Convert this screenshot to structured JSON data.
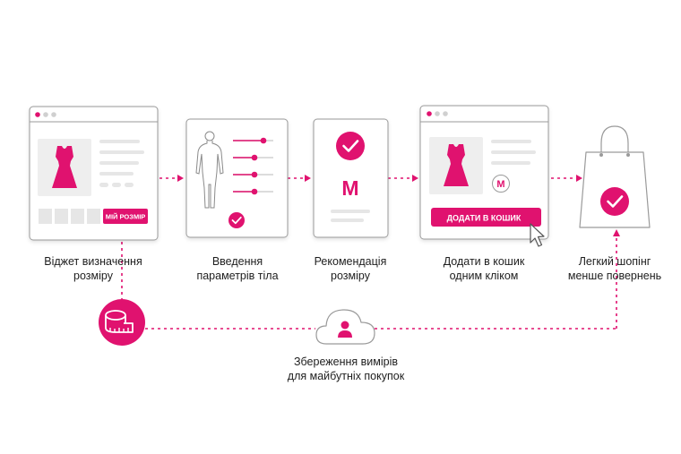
{
  "colors": {
    "accent": "#e0126f",
    "card_border": "#9a9a9a",
    "placeholder": "#e6e6e6"
  },
  "icons": [
    "dress-icon",
    "human-figure-icon",
    "slider-icon",
    "check-icon",
    "cursor-icon",
    "shopping-bag-icon",
    "tape-measure-icon",
    "cloud-user-icon"
  ],
  "steps": [
    {
      "label_line1": "Віджет визначення",
      "label_line2": "розміру",
      "button": "МІЙ РОЗМІР"
    },
    {
      "label_line1": "Введення",
      "label_line2": "параметрів тіла"
    },
    {
      "label_line1": "Рекомендація",
      "label_line2": "розміру",
      "size": "M"
    },
    {
      "label_line1": "Додати в кошик",
      "label_line2": "одним кліком",
      "button": "ДОДАТИ В КОШИК",
      "size": "M"
    },
    {
      "label_line1": "Легкий шопінг",
      "label_line2": "менше повернень"
    }
  ],
  "storage": {
    "label_line1": "Збереження вимірів",
    "label_line2": "для майбутніх покупок"
  }
}
